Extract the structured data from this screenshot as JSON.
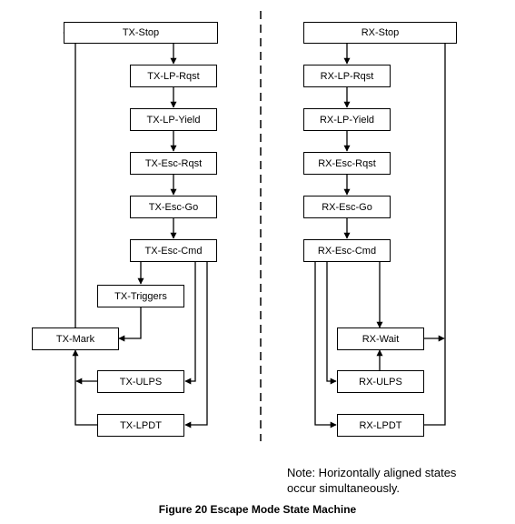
{
  "tx_states": {
    "stop": "TX-Stop",
    "lp_rqst": "TX-LP-Rqst",
    "lp_yield": "TX-LP-Yield",
    "esc_rqst": "TX-Esc-Rqst",
    "esc_go": "TX-Esc-Go",
    "esc_cmd": "TX-Esc-Cmd",
    "triggers": "TX-Triggers",
    "mark": "TX-Mark",
    "ulps": "TX-ULPS",
    "lpdt": "TX-LPDT"
  },
  "rx_states": {
    "stop": "RX-Stop",
    "lp_rqst": "RX-LP-Rqst",
    "lp_yield": "RX-LP-Yield",
    "esc_rqst": "RX-Esc-Rqst",
    "esc_go": "RX-Esc-Go",
    "esc_cmd": "RX-Esc-Cmd",
    "wait": "RX-Wait",
    "ulps": "RX-ULPS",
    "lpdt": "RX-LPDT"
  },
  "note": {
    "line1": "Note: Horizontally aligned states",
    "line2": "occur simultaneously."
  },
  "caption": "Figure 20 Escape Mode State Machine"
}
